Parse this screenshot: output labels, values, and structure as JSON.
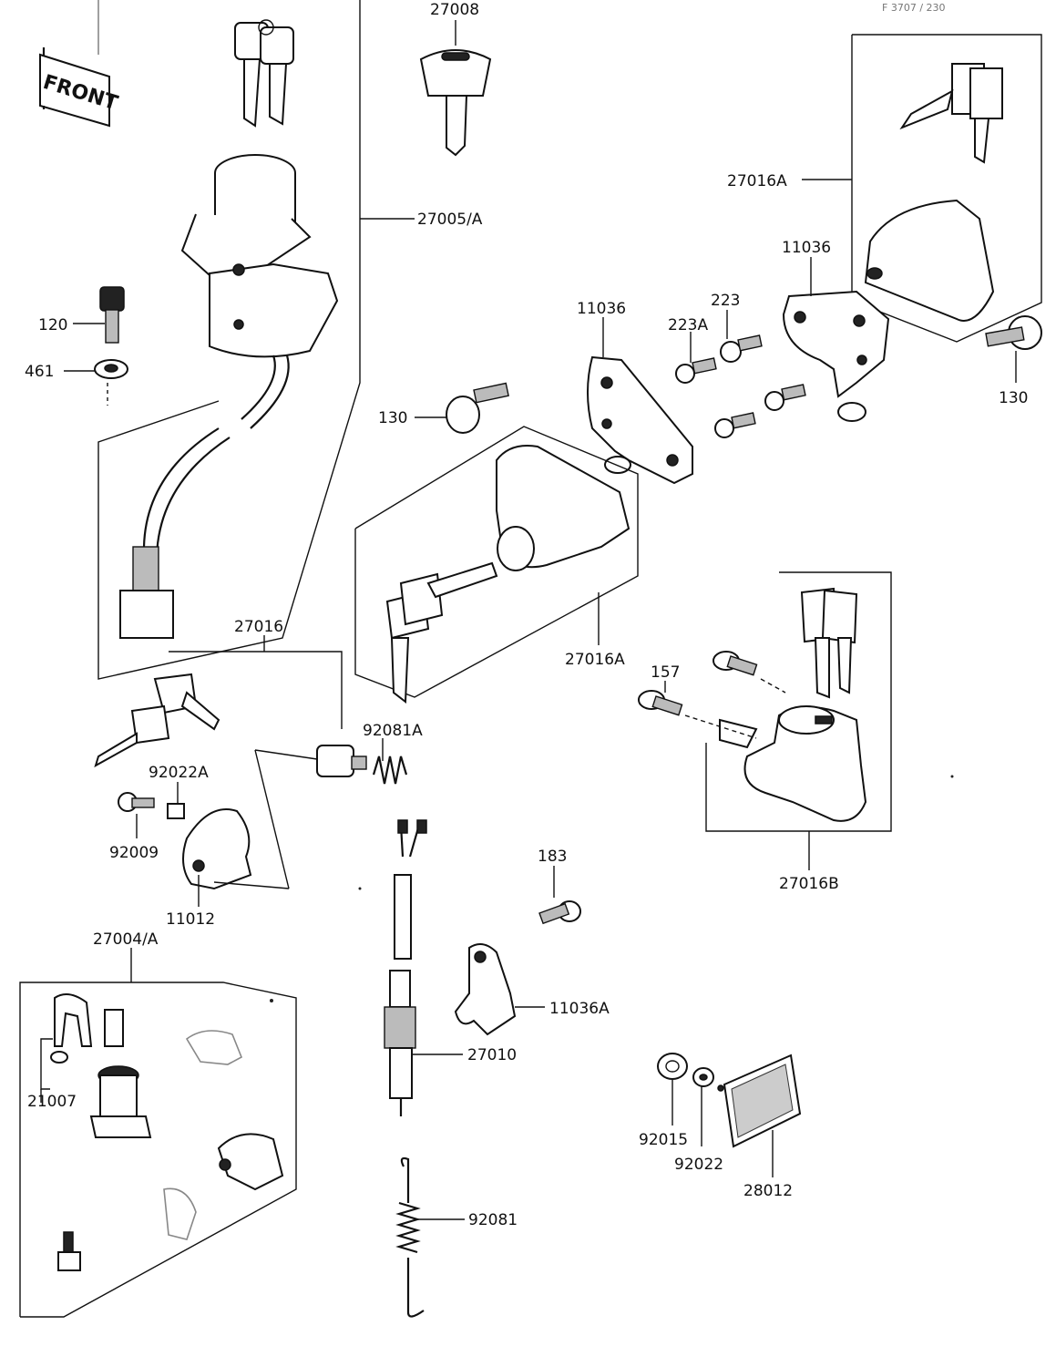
{
  "reference_code": "F 3707 / 230",
  "front_sign": "FRONT",
  "labels": {
    "p27008": "27008",
    "p27005A": "27005/A",
    "p27016A_top": "27016A",
    "p11036_right": "11036",
    "p11036_mid": "11036",
    "p223": "223",
    "p223A": "223A",
    "p130_right": "130",
    "p130_left": "130",
    "p120": "120",
    "p461": "461",
    "p27016": "27016",
    "p27016A_mid": "27016A",
    "p157": "157",
    "p92081A": "92081A",
    "p92022A": "92022A",
    "p92009": "92009",
    "p11012": "11012",
    "p27016B": "27016B",
    "p183": "183",
    "p27004A": "27004/A",
    "p11036A": "11036A",
    "p27010": "27010",
    "p21007": "21007",
    "p92015": "92015",
    "p92022": "92022",
    "p28012": "28012",
    "p92081": "92081"
  }
}
